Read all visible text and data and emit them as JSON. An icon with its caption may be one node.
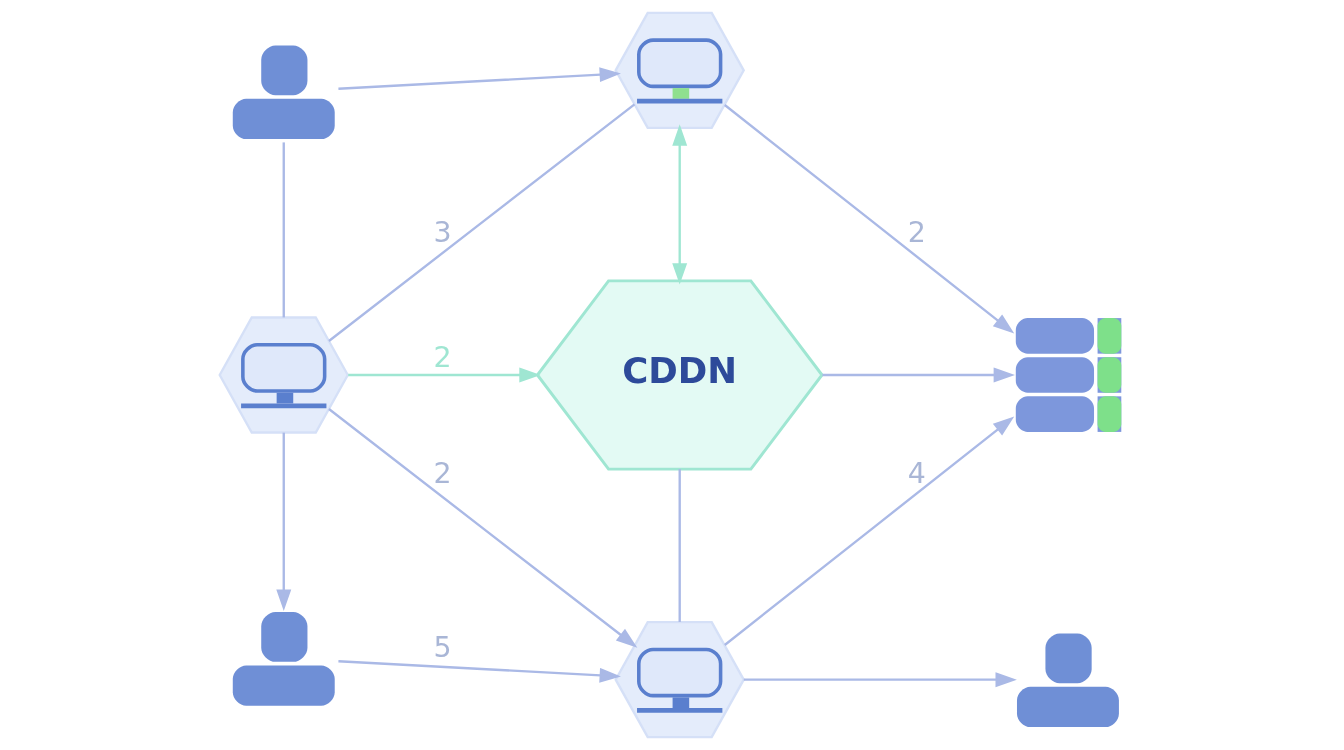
{
  "diagram": {
    "nodes": [
      {
        "text": [],
        "shape": "person"
      },
      {
        "text": [],
        "shape": "hexagon"
      },
      {
        "text": [],
        "shape": "hexagon"
      },
      {
        "text": [
          "CDDN"
        ]
      },
      {
        "text": [],
        "shape": "picture"
      },
      {
        "text": [],
        "shape": "person"
      },
      {
        "text": [],
        "shape": "hexagon"
      },
      {
        "text": [],
        "shape": "person"
      }
    ],
    "edges": [
      {
        "from": 0,
        "to": 1,
        "arrow": "to"
      },
      {
        "from": 0,
        "to": 2,
        "arrow": "none"
      },
      {
        "from": 2,
        "to": 1,
        "arrow": "none",
        "label": "3"
      },
      {
        "from": 1,
        "to": 4,
        "arrow": "to",
        "label": "2"
      },
      {
        "from": 1,
        "to": 3,
        "arrow": "both",
        "color": "#9fe6d2"
      },
      {
        "from": 2,
        "to": 3,
        "arrow": "to",
        "label": "2",
        "color": "#9fe6d2"
      },
      {
        "from": 3,
        "to": 4,
        "arrow": "to"
      },
      {
        "from": 2,
        "to": 5,
        "arrow": "to"
      },
      {
        "from": 2,
        "to": 6,
        "arrow": "to",
        "label": "2"
      },
      {
        "from": 3,
        "to": 6,
        "arrow": "none"
      },
      {
        "from": 6,
        "to": 4,
        "arrow": "to",
        "label": "4"
      },
      {
        "from": 5,
        "to": 6,
        "arrow": "to",
        "label": "5"
      },
      {
        "from": 6,
        "to": 7,
        "arrow": "to"
      }
    ]
  }
}
